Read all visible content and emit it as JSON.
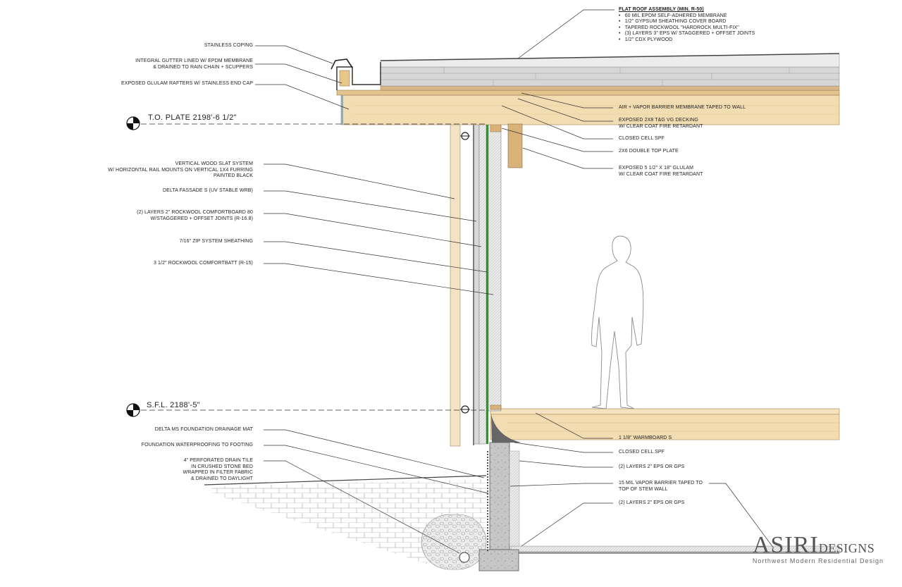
{
  "roof_assembly": {
    "title": "FLAT ROOF ASSEMBLY (MIN. R-50)",
    "items": [
      "60 MIL EPDM SELF-ADHERED MEMBRANE",
      "1/2\" GYPSUM SHEATHING COVER BOARD",
      "TAPERED ROCKWOOL \"HARDROCK MULTI-FIX\"",
      "(3) LAYERS 3\" EPS W/ STAGGERED + OFFSET JOINTS",
      "1/2\" CDX PLYWOOD"
    ]
  },
  "left_labels": [
    [
      "STAINLESS COPING"
    ],
    [
      "INTEGRAL GUTTER LINED W/ EPDM MEMBRANE",
      "& DRAINED TO RAIN CHAIN + SCUPPERS"
    ],
    [
      "EXPOSED GLULAM RAFTERS W/ STAINLESS END CAP"
    ],
    [
      "VERTICAL WOOD SLAT SYSTEM",
      "W/ HORIZONTAL RAIL MOUNTS ON VERTICAL 1X4 FURRING",
      "PAINTED BLACK"
    ],
    [
      "DELTA FASSADE S (UV STABLE WRB)"
    ],
    [
      "(2) LAYERS 2\" ROCKWOOL COMFORTBOARD 80",
      "W/STAGGERED + OFFSET JOINTS (R-16.8)"
    ],
    [
      "7/16\" ZIP SYSTEM SHEATHING"
    ],
    [
      "3 1/2\" ROCKWOOL COMFORTBATT (R-15)"
    ],
    [
      "DELTA MS FOUNDATION DRAINAGE MAT"
    ],
    [
      "FOUNDATION WATERPROOFING TO FOOTING"
    ],
    [
      "4\" PERFORATED DRAIN TILE",
      "IN CRUSHED STONE BED",
      "WRAPPED IN FILTER FABRIC",
      "& DRAINED TO DAYLIGHT"
    ]
  ],
  "right_labels": [
    [
      "AIR + VAPOR BARRIER MEMBRANE TAPED TO WALL"
    ],
    [
      "EXPOSED 2X8 T&G VG DECKING",
      "W/ CLEAR COAT FIRE RETARDANT"
    ],
    [
      "CLOSED CELL SPF"
    ],
    [
      "2X6 DOUBLE TOP PLATE"
    ],
    [
      "EXPOSED 5 1/2\" X 18\" GLULAM",
      "W/ CLEAR COAT FIRE RETARDANT"
    ],
    [
      "1 1/8\" WARMBOARD S"
    ],
    [
      "CLOSED CELL SPF"
    ],
    [
      "(2) LAYERS 2\" EPS OR GPS"
    ],
    [
      "15 MIL VAPOR BARRIER TAPED TO",
      "TOP OF STEM WALL"
    ],
    [
      "(2) LAYERS 2\" EPS OR GPS"
    ]
  ],
  "levels": {
    "top_plate": "T.O. PLATE 2198'-6 1/2\"",
    "sfl": "S.F.L. 2188'-5\""
  },
  "logo": {
    "name_big": "ASIRI",
    "name_small": "DESIGNS",
    "tagline": "Northwest Modern Residential Design"
  },
  "colors": {
    "wood": "#f2dcb1",
    "wood_dark": "#d9b27a",
    "insulation_grey": "#cfcfcf",
    "concrete": "#bfbfbf",
    "green_sheathing": "#3a8a3a"
  }
}
